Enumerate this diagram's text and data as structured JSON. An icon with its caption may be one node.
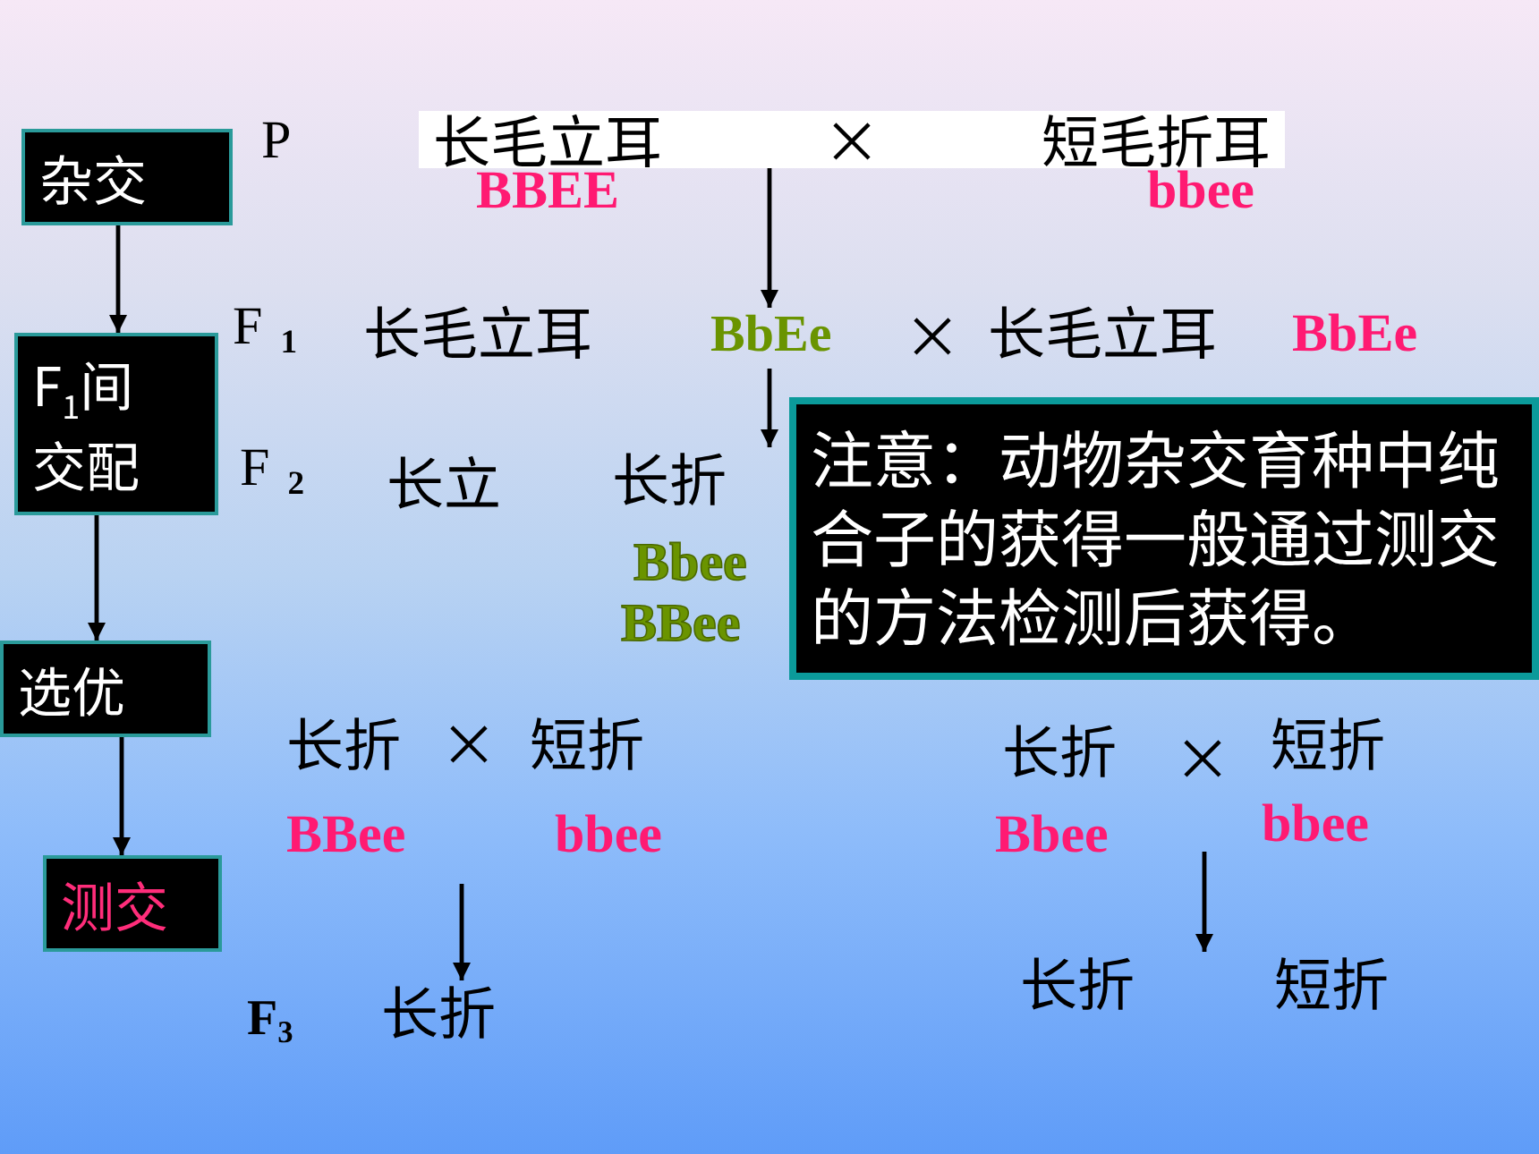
{
  "diagram": {
    "nodes": [
      {
        "text": [
          "杂交"
        ]
      },
      {
        "text": [
          "F$_{1}$间交配"
        ]
      },
      {
        "text": [
          "长毛立耳",
          "×",
          "短毛折耳"
        ]
      },
      {
        "text": [
          "BbEe"
        ]
      },
      {
        "text": [
          "长折"
        ]
      },
      {
        "text": [
          "注意：动物杂交育种中纯合子的获得一般通过测交的方法检测后获得。"
        ]
      },
      {
        "text": [
          "选优"
        ]
      },
      {
        "text": [
          "测交"
        ]
      },
      {
        "text": [
          "长折"
        ]
      },
      {
        "text": [
          "长折"
        ]
      }
    ],
    "edges": [
      {
        "from": 0,
        "to": 1,
        "arrow": "to"
      },
      {
        "from": 1,
        "to": 6,
        "arrow": "to"
      },
      {
        "from": 6,
        "to": 7,
        "arrow": "to"
      },
      {
        "from": 2,
        "to": 3,
        "arrow": "to"
      },
      {
        "from": 3,
        "to": 4,
        "arrow": "to"
      },
      {
        "from": null,
        "to": 8,
        "arrow": "to"
      },
      {
        "from": null,
        "to": 9,
        "arrow": "to"
      }
    ],
    "labels": [
      "P",
      "BBEE",
      "bbee",
      "F$_{1}$",
      "长毛立耳",
      "×",
      "长毛立耳",
      "BbEe",
      "F$_{2}$",
      "长立",
      "Bbee",
      "BBee",
      "长折",
      "×",
      "短折",
      "BBee",
      "bbee",
      "F$_{3}$",
      "长折",
      "×",
      "短折",
      "Bbee",
      "bbee",
      "短折"
    ]
  }
}
